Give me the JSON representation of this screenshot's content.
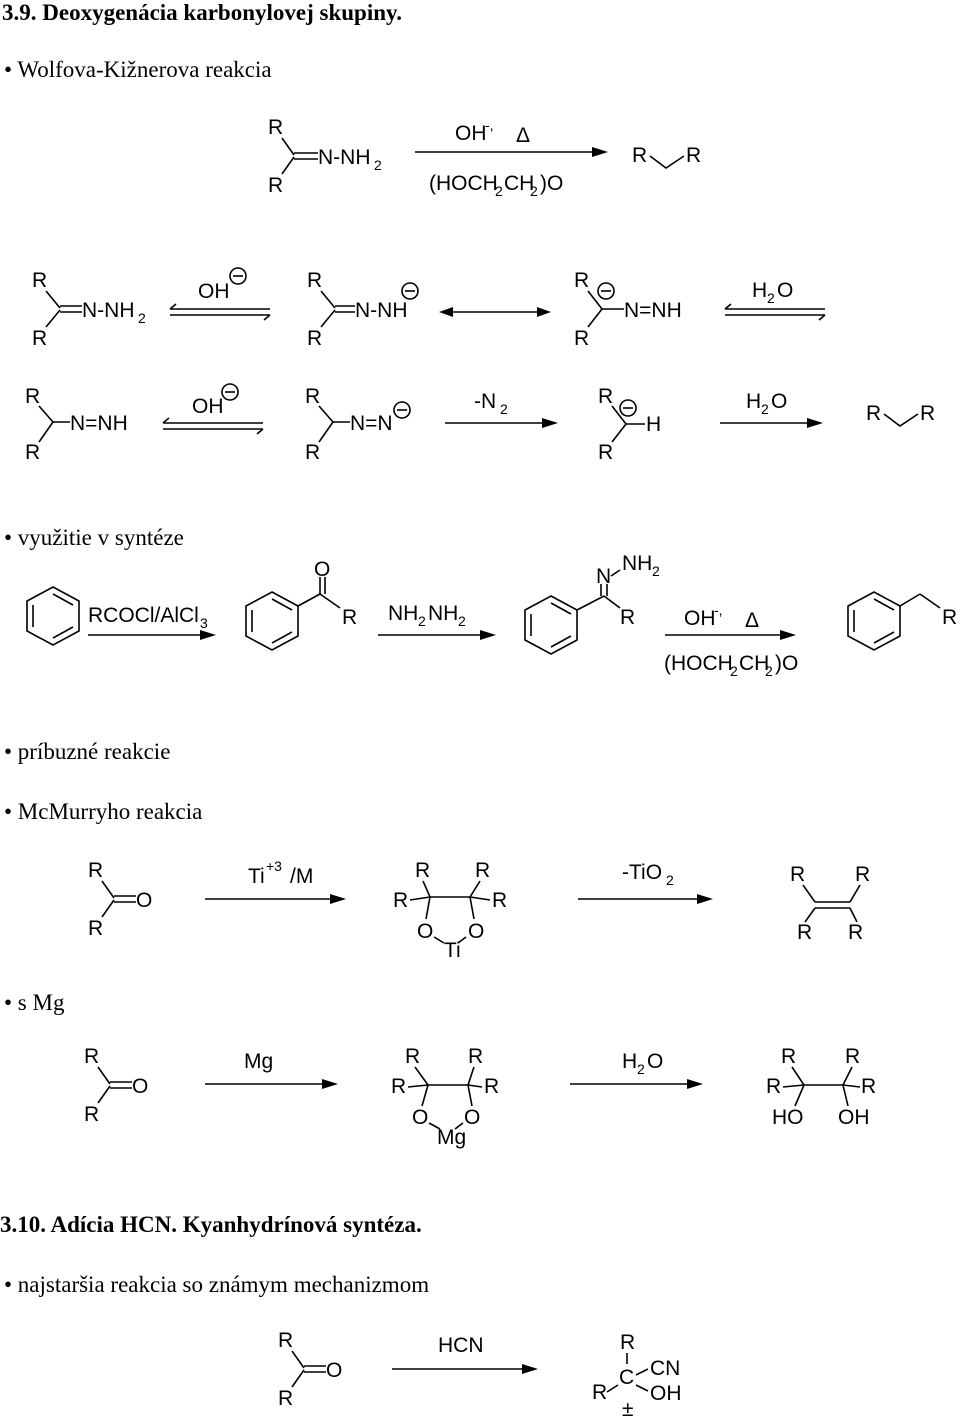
{
  "headings": {
    "h39": "3.9. Deoxygenácia karbonylovej skupiny.",
    "h310": "3.10. Adícia HCN. Kyanhydrínová syntéza."
  },
  "bullets": {
    "wolff": "• Wolfova-Kižnerova reakcia",
    "synthesis": "• využitie v syntéze",
    "related": "• príbuzné reakcie",
    "mcmurry": "• McMurryho reakcia",
    "mg": "• s Mg",
    "oldest": "• najstaršia reakcia so známym mechanizmom"
  },
  "labels": {
    "R": "R",
    "O": "O",
    "H": "H",
    "Ti": "Ti",
    "Mg": "Mg",
    "HO": "HO",
    "OH": "OH",
    "N": "N",
    "C": "C",
    "CN": "CN",
    "NNH2_N": "N-NH",
    "NNH": "N-NH",
    "NeqNH": "N=NH",
    "NeqN": "N=N",
    "NH2": "NH",
    "sub2": "2",
    "sub3": "3",
    "OHminus": "OH",
    "minus_comma": "-,",
    "delta": "Δ",
    "solvent_a": "(HOCH",
    "solvent_b": "CH",
    "solvent_c": ")O",
    "H2O_H": "H",
    "H2O_O": "O",
    "minusN2": "-N",
    "RCOCl": "RCOCl/AlCl",
    "NH2NH2_a": "NH",
    "NH2NH2_b": "NH",
    "Ti3M_a": "Ti",
    "Ti3M_sup": "+3",
    "Ti3M_b": "/M",
    "TiO2": "-TiO",
    "HCN": "HCN",
    "plusminus": "±"
  }
}
